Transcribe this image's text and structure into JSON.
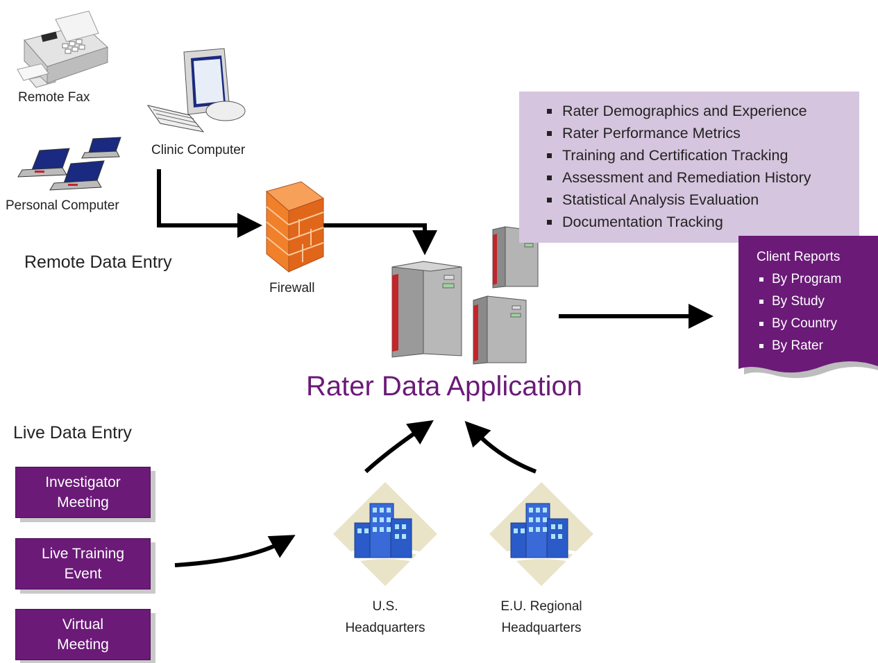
{
  "remote_fax": "Remote Fax",
  "clinic_computer": "Clinic Computer",
  "personal_computer": "Personal Computer",
  "remote_data_entry": "Remote Data Entry",
  "firewall": "Firewall",
  "app_title": "Rater Data Application",
  "features": [
    "Rater Demographics and Experience",
    "Rater Performance Metrics",
    "Training and Certification Tracking",
    "Assessment and Remediation History",
    "Statistical Analysis Evaluation",
    "Documentation Tracking"
  ],
  "client_reports": {
    "title": "Client Reports",
    "items": [
      "By Program",
      "By Study",
      "By Country",
      "By Rater"
    ]
  },
  "live_data_entry": "Live Data Entry",
  "live_buttons": [
    [
      "Investigator",
      "Meeting"
    ],
    [
      "Live Training",
      "Event"
    ],
    [
      "Virtual",
      "Meeting"
    ]
  ],
  "us_hq": [
    "U.S.",
    "Headquarters"
  ],
  "eu_hq": [
    "E.U. Regional",
    "Headquarters"
  ],
  "colors": {
    "purple": "#6b1a78",
    "lavender": "#d6c5de",
    "server_red": "#c0262a"
  }
}
